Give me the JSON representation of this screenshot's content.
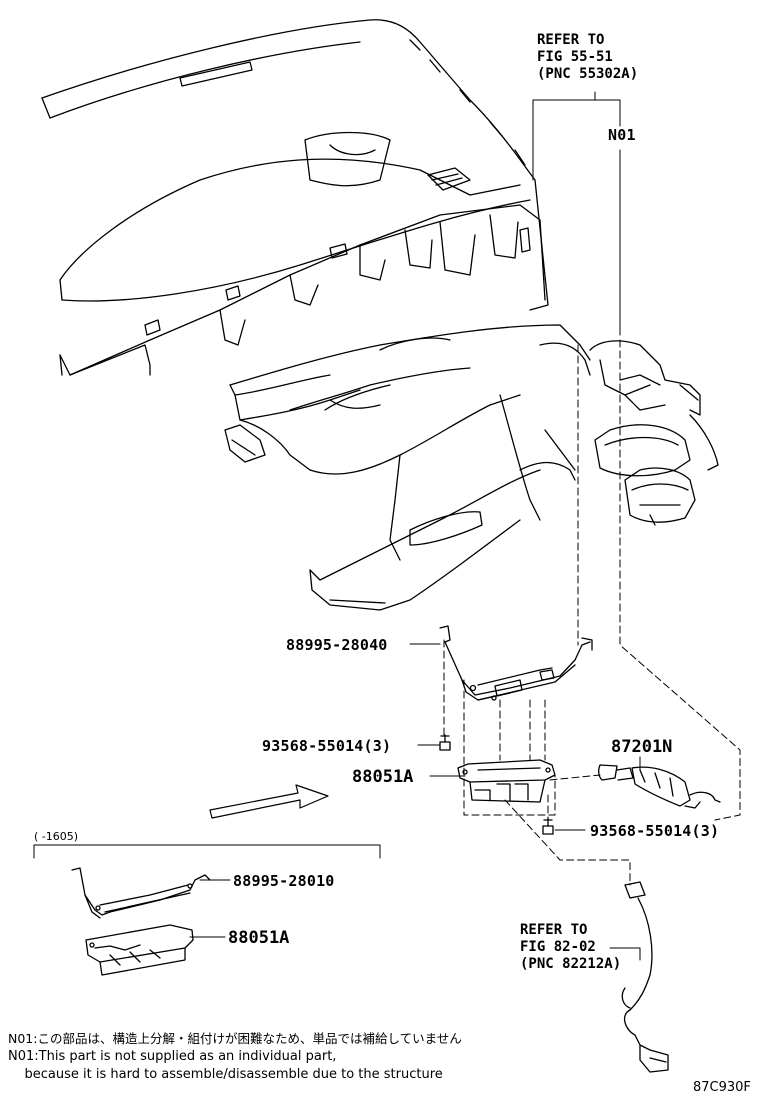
{
  "refer_top": {
    "line1": "REFER TO",
    "line2": "FIG 55-51",
    "line3": "(PNC 55302A)"
  },
  "refer_bottom": {
    "line1": "REFER TO",
    "line2": "FIG 82-02",
    "line3": "(PNC 82212A)"
  },
  "callouts": {
    "n01": "N01",
    "bracket_main": "88995-28040",
    "screw_left": "93568-55014(3)",
    "unit_main": "88051A",
    "sensor": "87201N",
    "screw_right": "93568-55014(3)",
    "bracket_old": "88995-28010",
    "unit_old": "88051A"
  },
  "inset": {
    "range": "(      -1605)"
  },
  "notes": {
    "line1": "N01:この部品は、構造上分解・組付けが困難なため、単品では補給していません",
    "line2": "N01:This part is not supplied as an individual part,",
    "line3": "    because it is hard to assemble/disassemble due to the structure"
  },
  "figure_code": "87C930F"
}
